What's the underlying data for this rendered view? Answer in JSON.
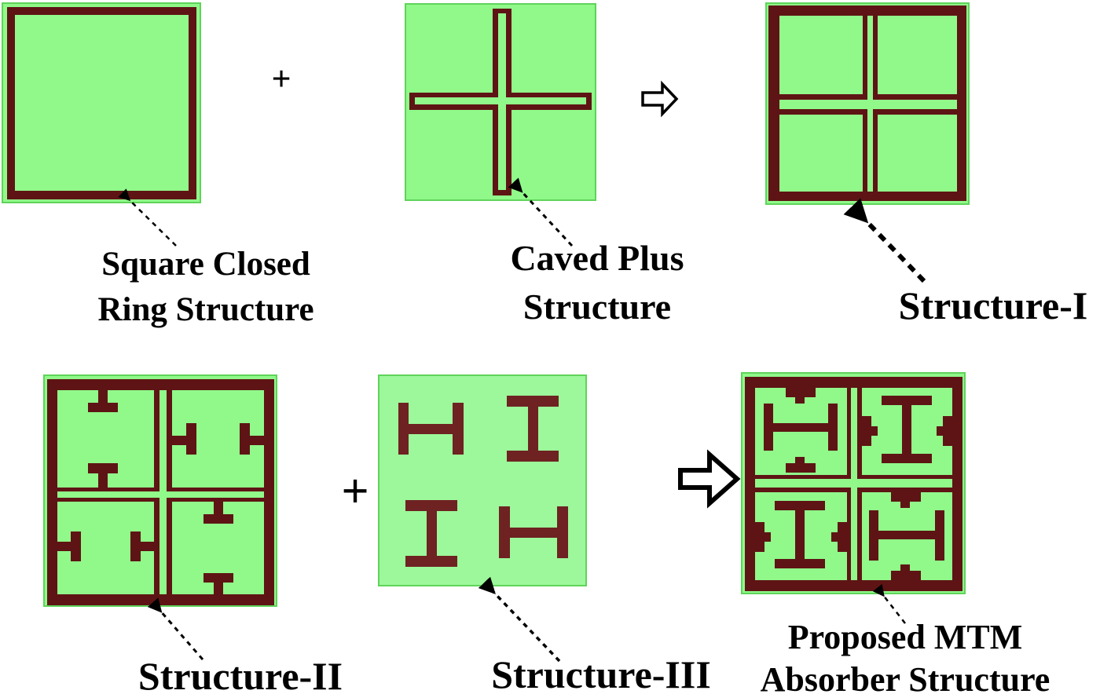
{
  "colors": {
    "substrate": "#90f98a",
    "substrate_border": "#5fd35a",
    "metal": "#5e1414",
    "arrow": "#000000",
    "background": "#ffffff"
  },
  "operators": {
    "plus_top": "+",
    "plus_bottom": "+"
  },
  "labels": {
    "square_ring_line1": "Square Closed",
    "square_ring_line2": "Ring Structure",
    "caved_plus_line1": "Caved Plus",
    "caved_plus_line2": "Structure",
    "structure_1": "Structure-I",
    "structure_2": "Structure-II",
    "structure_3": "Structure-III",
    "proposed_line1": "Proposed MTM",
    "proposed_line2": "Absorber Structure"
  }
}
